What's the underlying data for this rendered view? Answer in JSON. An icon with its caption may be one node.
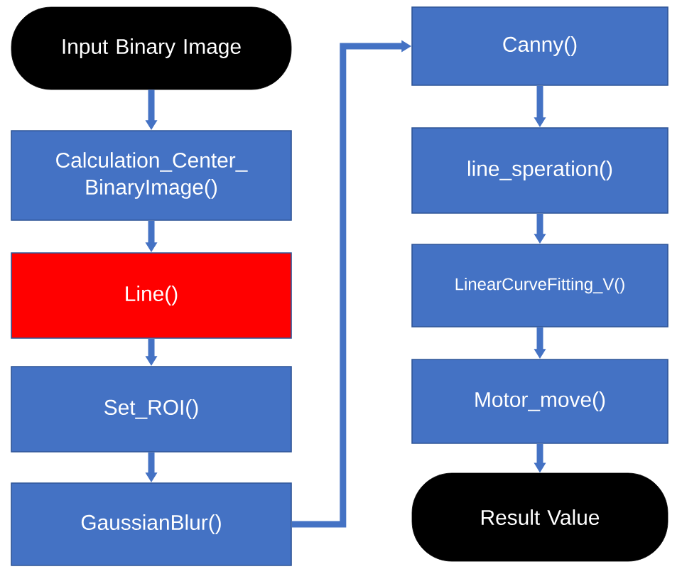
{
  "diagram": {
    "nodes": [
      {
        "text": [
          "Input Binary Image"
        ]
      },
      {
        "text": [
          "Calculation_Center_ BinaryImage()"
        ]
      },
      {
        "text": [
          "Line()"
        ]
      },
      {
        "text": [
          "Set_ROI()"
        ]
      },
      {
        "text": [
          "GaussianBlur()"
        ]
      },
      {
        "text": [
          "Canny()"
        ]
      },
      {
        "text": [
          "line_speration()"
        ]
      },
      {
        "text": [
          "LinearCurveFitting_V()"
        ]
      },
      {
        "text": [
          "Motor_move()"
        ]
      },
      {
        "text": [
          "Result Value"
        ]
      }
    ],
    "edges": [
      {
        "from": 0,
        "to": 1,
        "arrow": "to"
      },
      {
        "from": 1,
        "to": 2,
        "arrow": "to"
      },
      {
        "from": 2,
        "to": 3,
        "arrow": "to"
      },
      {
        "from": 3,
        "to": 4,
        "arrow": "to"
      },
      {
        "from": 4,
        "to": 5,
        "arrow": "to"
      },
      {
        "from": 5,
        "to": 6,
        "arrow": "to"
      },
      {
        "from": 6,
        "to": 7,
        "arrow": "to"
      },
      {
        "from": 7,
        "to": 8,
        "arrow": "to"
      },
      {
        "from": 8,
        "to": 9,
        "arrow": "to"
      }
    ]
  }
}
